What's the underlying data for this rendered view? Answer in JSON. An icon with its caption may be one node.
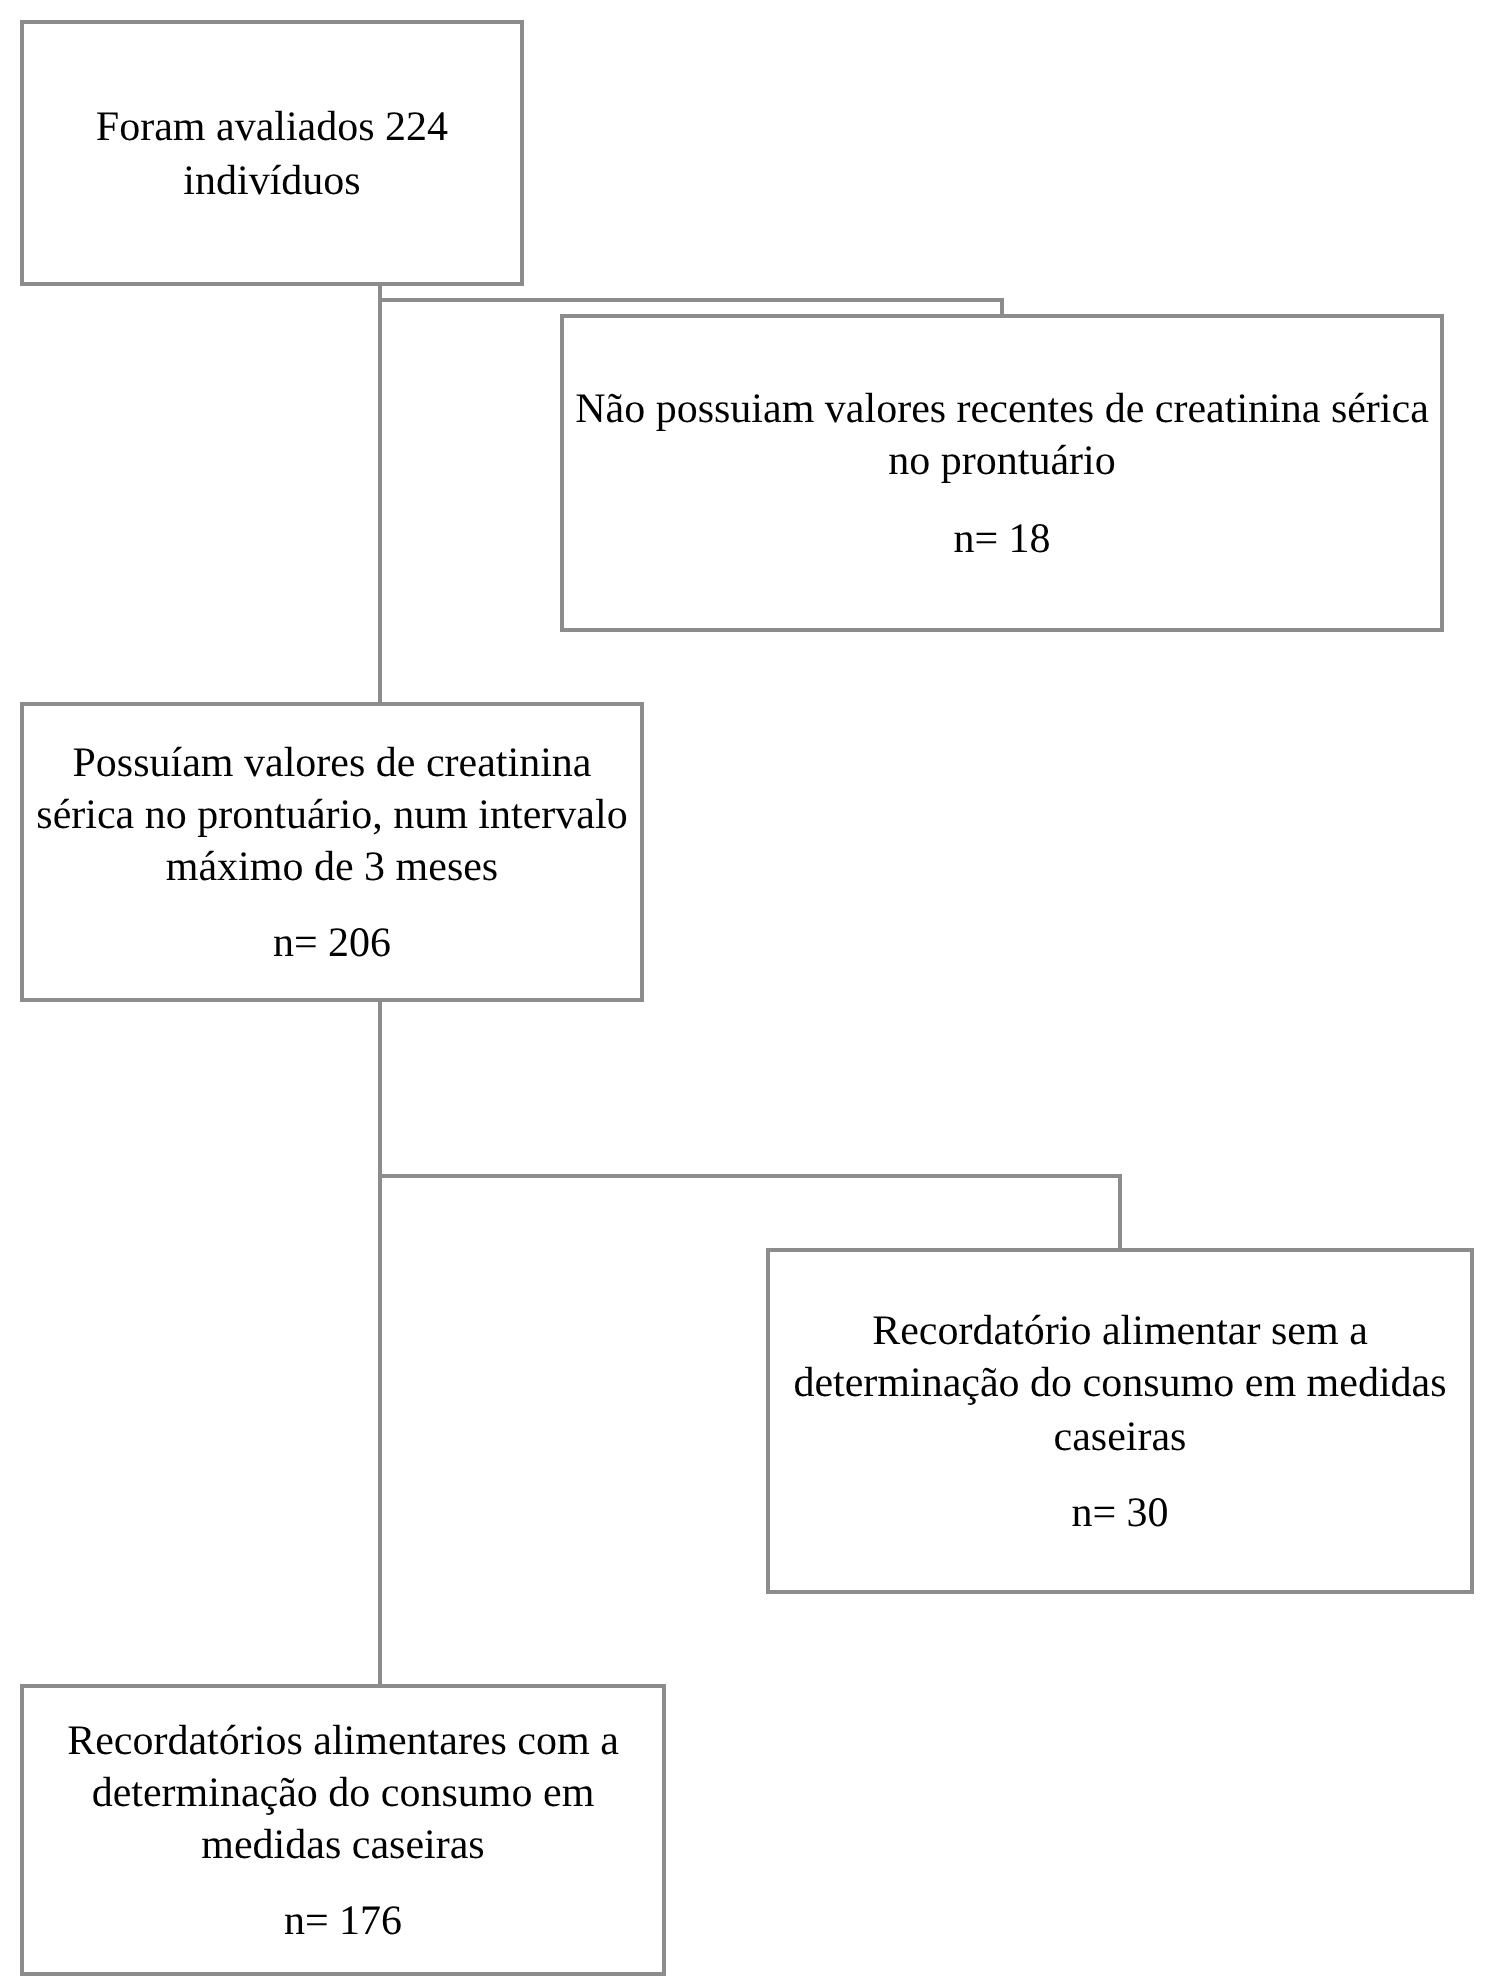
{
  "diagram": {
    "nodes": [
      {
        "text": [
          "Foram avaliados 224 indivíduos"
        ]
      },
      {
        "text": [
          "Não possuiam valores recentes de creatinina sérica no prontuário",
          "n= 18"
        ]
      },
      {
        "text": [
          "Possuíam  valores de creatinina sérica no prontuário, num intervalo máximo de 3 meses",
          "n= 206"
        ]
      },
      {
        "text": [
          "Recordatório alimentar sem a determinação do consumo em medidas caseiras",
          "n= 30"
        ]
      },
      {
        "text": [
          "Recordatórios alimentares com a determinação do consumo em medidas caseiras",
          "n= 176"
        ]
      }
    ],
    "edges": [
      {
        "from": 0,
        "to": 1,
        "arrow": "none"
      },
      {
        "from": 0,
        "to": 2,
        "arrow": "none"
      },
      {
        "from": 2,
        "to": 3,
        "arrow": "none"
      },
      {
        "from": 2,
        "to": 4,
        "arrow": "none"
      }
    ]
  }
}
